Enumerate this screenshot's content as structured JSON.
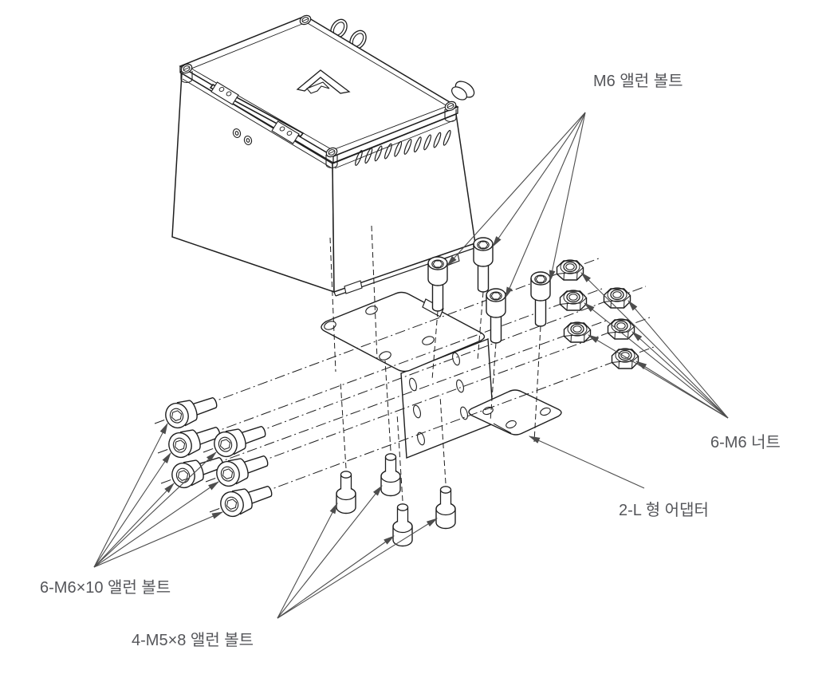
{
  "diagram": {
    "type": "exploded-assembly-diagram",
    "labels": {
      "m6_allen_bolt": "M6 앨런 볼트",
      "m6_nut": "6-M6 너트",
      "l_adapter": "2-L 형 어댑터",
      "m6x10_allen_bolt": "6-M6×10 앨런 볼트",
      "m5x8_allen_bolt": "4-M5×8 앨런 볼트"
    },
    "colors": {
      "background": "#ffffff",
      "drawing_line": "#1e1e1e",
      "leader_line": "#4d4d4d",
      "label_text": "#55565a"
    }
  }
}
